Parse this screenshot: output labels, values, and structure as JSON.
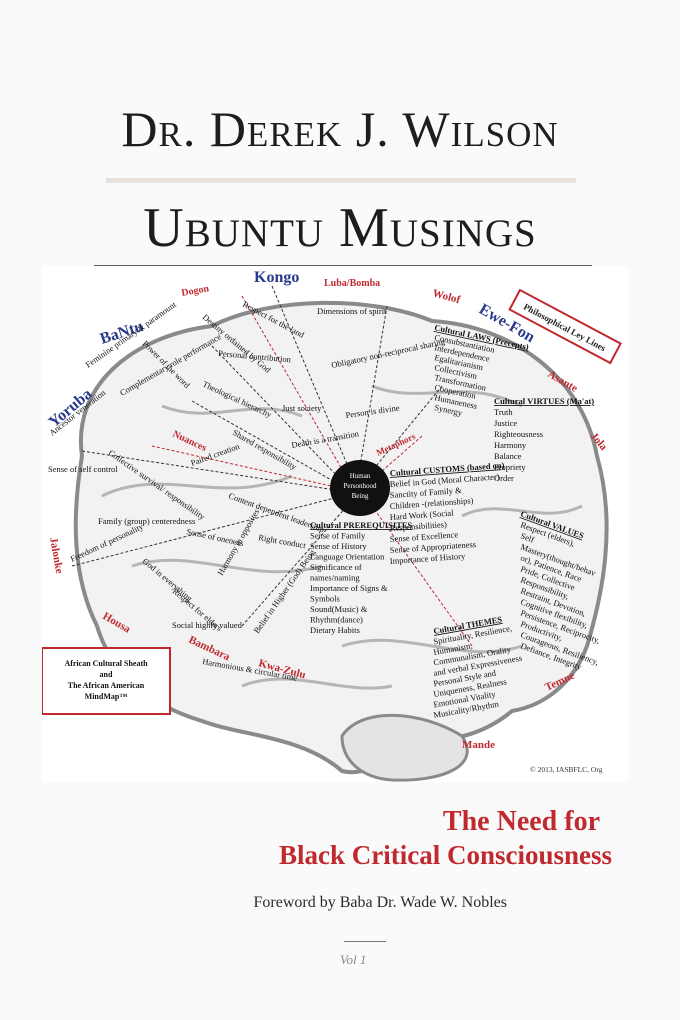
{
  "cover": {
    "author": "Dr. Derek J. Wilson",
    "title": "Ubuntu Musings",
    "subtitle_line1": "The Need for",
    "subtitle_line2": "Black Critical Consciousness",
    "foreword": "Foreword by Baba Dr. Wade W. Nobles",
    "volume": "Vol 1"
  },
  "mind_map": {
    "center_label_1": "Human",
    "center_label_2": "Personhood",
    "center_label_3": "Being",
    "copyright": "© 2013, IASBFLC, Org",
    "sheath_line1": "African Cultural Sheath",
    "sheath_line2": "and",
    "sheath_line3": "The African American",
    "sheath_line4": "MindMap™",
    "ley_lines": "Philosophical Ley Lines",
    "peoples_blue": [
      "Kongo",
      "BaNtu",
      "Yoruba",
      "Ewe-Fon"
    ],
    "peoples_red": [
      "Luba/Bomba",
      "Dogon",
      "Wolof",
      "Asante",
      "Jola",
      "Nuances",
      "Metaphors",
      "Jalonke",
      "Housa",
      "Bambara",
      "Kwa-Zulu",
      "Temne",
      "Mande"
    ],
    "concepts": [
      "Dimensions of spirit",
      "Respect for the land",
      "Destiny ordained by God",
      "Power of the word",
      "Personal contribution",
      "Feminine primary & paramount",
      "Obligatory non-reciprocal sharing",
      "Theological hierarchy",
      "Complementary role performance",
      "Ancestor veneration",
      "Just society",
      "Person is divine",
      "Collective survival/ responsibility",
      "Shared responsibility",
      "Death is a transition",
      "Paired creation",
      "Sense of self control",
      "Content dependent leadership",
      "Family (group) centeredness",
      "Sense of oneness",
      "Right conduct",
      "Freedom of personality",
      "God in everything",
      "Respect for elders",
      "Harmony in opposites",
      "Social highly valued",
      "Belief in Higher (God) Being",
      "Harmonious & circular time"
    ],
    "laws_title": "Cultural LAWS (Precepts)",
    "laws": [
      "Consubstantiation",
      "Interdependence",
      "Egalitarianism",
      "Collectivism",
      "Transformation",
      "Cooperation",
      "Humaneness",
      "Synergy"
    ],
    "virtues_title": "Cultural VIRTUES (Ma'at)",
    "virtues": [
      "Truth",
      "Justice",
      "Righteousness",
      "Harmony",
      "Balance",
      "Propriety",
      "Order"
    ],
    "customs_title": "Cultural CUSTOMS (based on)",
    "customs": [
      "Belief in God (Moral Character)",
      "Sanctity of Family &",
      "Children -(relationships)",
      "Hard Work (Social",
      "Responsibilities)",
      "Sense of Excellence",
      "Sense of Appropriateness",
      "Importance of History"
    ],
    "values_title": "Cultural VALUES",
    "values": [
      "Respect (elders),",
      "Self",
      "Mastery(thought/behav",
      "or), Patience, Race",
      "Pride, Collective",
      "Responsibility,",
      "Restraint, Devotion,",
      "Cognitive flexibility,",
      "Persistence, Reciprocity,",
      "Productivity,",
      "Courageous, Resiliency,",
      "Defiance, Integrity"
    ],
    "prereq_title": "Cultural PREREQUISITES",
    "prereqs": [
      "Sense of Family",
      "Sense of History",
      "Language Orientation",
      "Significance of",
      "names/naming",
      "Importance of Signs &",
      "Symbols",
      "Sound(Music) &",
      "Rhythm(dance)",
      "Dietary Habits"
    ],
    "themes_title": "Cultural THEMES",
    "themes": [
      "Spirituality, Resilience,",
      "Humanism,",
      "Communalism, Orality",
      "and verbal Expressiveness",
      "Personal Style and",
      "Uniqueness, Realness",
      "Emotional Vitality",
      "Musicality/Rhythm"
    ]
  }
}
